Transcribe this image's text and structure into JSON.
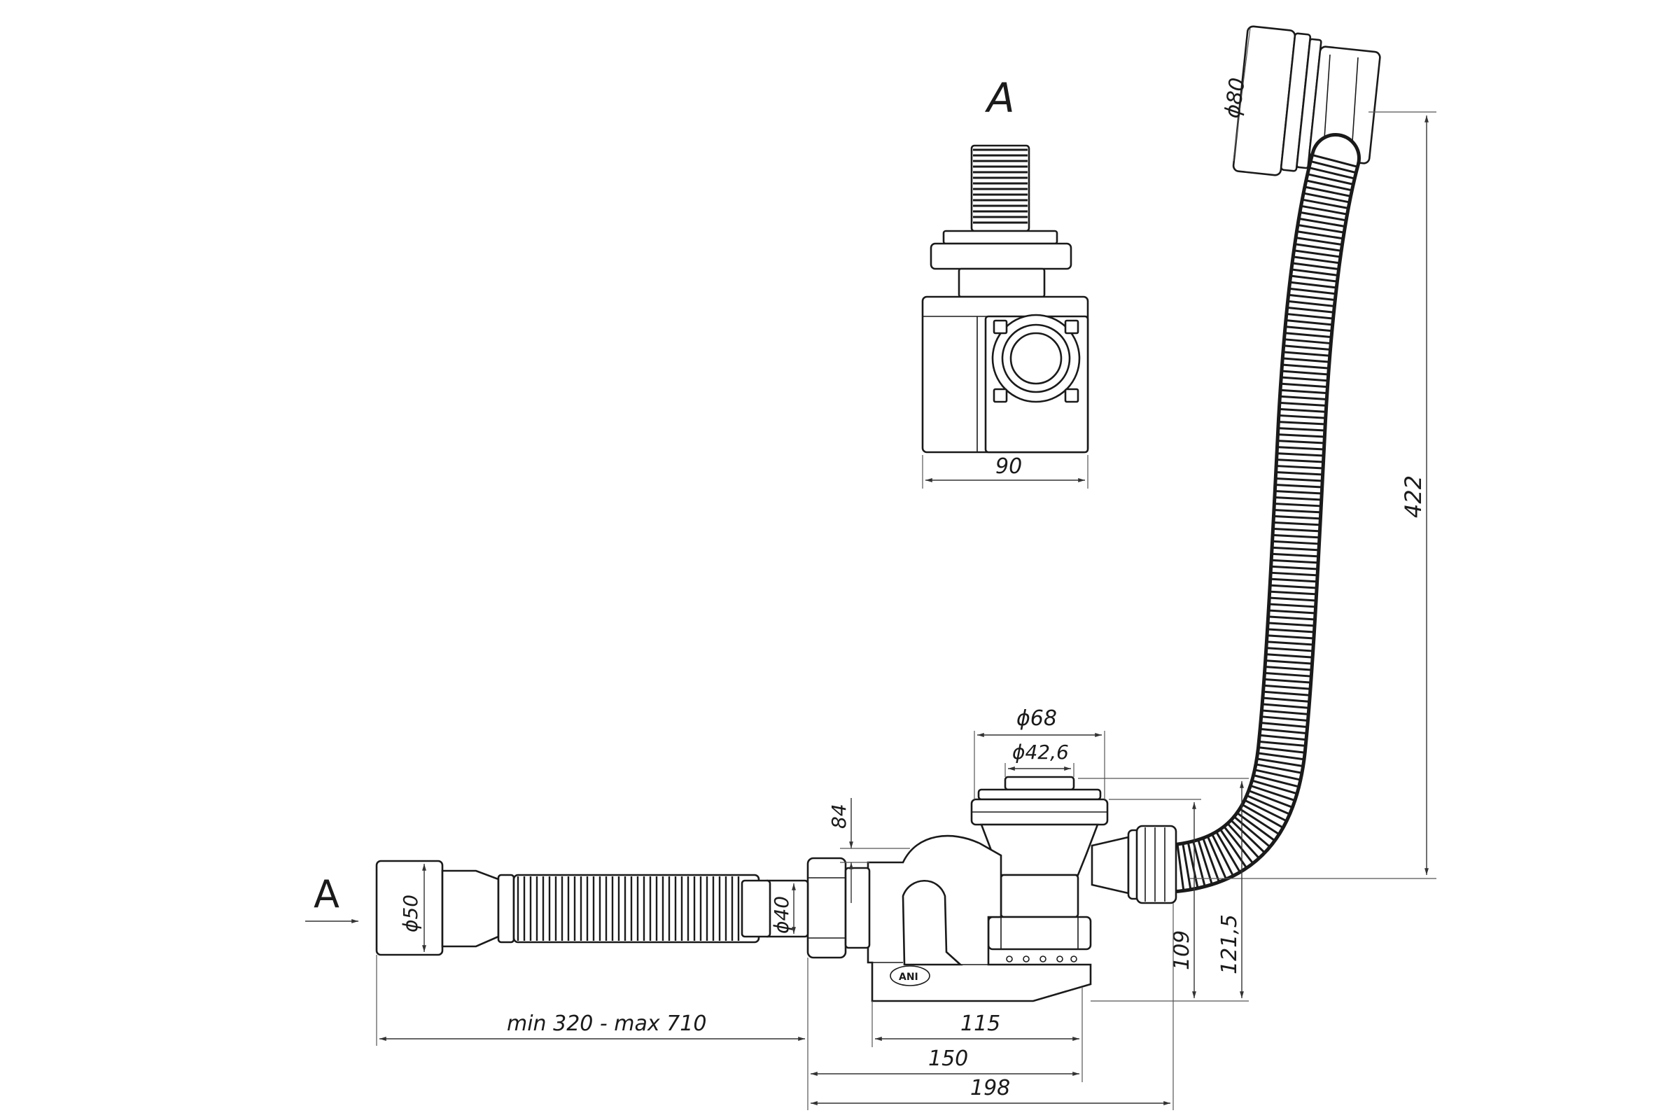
{
  "view_labels": {
    "section_a_title": "A",
    "section_a_arrow": "A"
  },
  "logo": "ANI",
  "dimensions": {
    "overflow_diameter": "ϕ80",
    "hose_height": "422",
    "view_width": "90",
    "plug_outer_diameter": "ϕ68",
    "plug_inner_diameter": "ϕ42,6",
    "height_84": "84",
    "outlet_diameter": "ϕ50",
    "connection_diameter": "ϕ40",
    "height_109": "109",
    "height_121_5": "121,5",
    "length_115": "115",
    "length_150": "150",
    "length_198": "198",
    "pipe_length_range": "min 320 - max 710"
  },
  "colors": {
    "ink": "#1a1a1a",
    "background": "#ffffff"
  }
}
